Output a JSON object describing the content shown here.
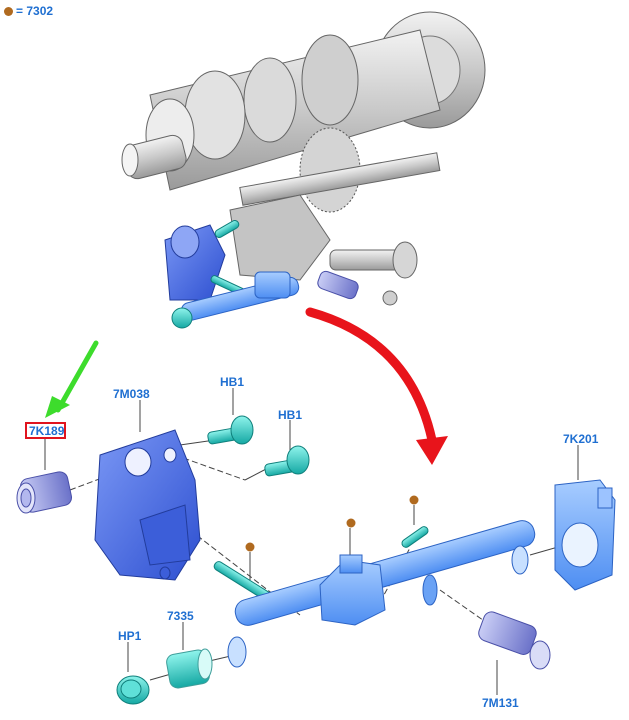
{
  "legend": {
    "text": "= 7302",
    "dot_color": "#b06a1f"
  },
  "labels": {
    "p7K189": "7K189",
    "p7M038": "7M038",
    "HB1_a": "HB1",
    "HB1_b": "HB1",
    "p7K201": "7K201",
    "HP1": "HP1",
    "p7335": "7335",
    "p7M131": "7M131"
  },
  "colors": {
    "part_blue": "#4a6fe0",
    "part_light_blue": "#7fb0ff",
    "cyan": "#25c9c2",
    "label_blue": "#1f6fd1",
    "highlight_red": "#e0141e",
    "arrow_green": "#3ddc2c",
    "arrow_red": "#e8141b",
    "pin_brown": "#b06a1f"
  }
}
